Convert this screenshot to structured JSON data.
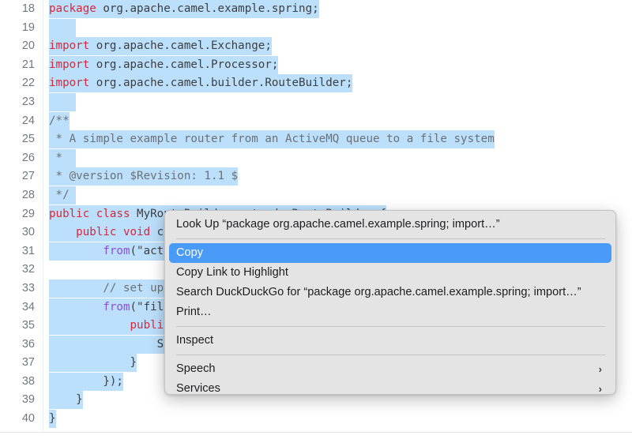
{
  "editor": {
    "first_line": 18,
    "gutter_width": 54,
    "selection_color": "#bcdffb",
    "keyword_color": "#d6283c",
    "method_color": "#8b4ddb",
    "text_color": "#3c4043",
    "lines": [
      {
        "n": 18,
        "tokens": [
          {
            "t": "package ",
            "c": "kw",
            "s": true
          },
          {
            "t": "org.apache.camel.example.spring;",
            "c": "pln",
            "s": true
          }
        ]
      },
      {
        "n": 19,
        "tokens": [
          {
            "t": "    ",
            "c": "pln",
            "s": true
          }
        ]
      },
      {
        "n": 20,
        "tokens": [
          {
            "t": "import ",
            "c": "kw",
            "s": true
          },
          {
            "t": "org.apache.camel.Exchange;",
            "c": "pln",
            "s": true
          }
        ]
      },
      {
        "n": 21,
        "tokens": [
          {
            "t": "import ",
            "c": "kw",
            "s": true
          },
          {
            "t": "org.apache.camel.Processor;",
            "c": "pln",
            "s": true
          }
        ]
      },
      {
        "n": 22,
        "tokens": [
          {
            "t": "import ",
            "c": "kw",
            "s": true
          },
          {
            "t": "org.apache.camel.builder.RouteBuilder;",
            "c": "pln",
            "s": true
          }
        ]
      },
      {
        "n": 23,
        "tokens": [
          {
            "t": "    ",
            "c": "pln",
            "s": true
          }
        ]
      },
      {
        "n": 24,
        "tokens": [
          {
            "t": "/**",
            "c": "cmt",
            "s": true
          }
        ]
      },
      {
        "n": 25,
        "tokens": [
          {
            "t": " * A simple example router from an ActiveMQ queue to a file system",
            "c": "cmt",
            "s": true
          }
        ]
      },
      {
        "n": 26,
        "tokens": [
          {
            "t": " *  ",
            "c": "cmt",
            "s": true
          }
        ]
      },
      {
        "n": 27,
        "tokens": [
          {
            "t": " * @version $Revision: 1.1 $",
            "c": "cmt",
            "s": true
          }
        ]
      },
      {
        "n": 28,
        "tokens": [
          {
            "t": " */ ",
            "c": "cmt",
            "s": true
          }
        ]
      },
      {
        "n": 29,
        "tokens": [
          {
            "t": "public class ",
            "c": "kw",
            "s": true
          },
          {
            "t": "MyRouteBuilder extends RouteBuilder {",
            "c": "pln",
            "s": true
          }
        ]
      },
      {
        "n": 30,
        "tokens": [
          {
            "t": "    ",
            "c": "pln",
            "s": true
          },
          {
            "t": "public void ",
            "c": "kw",
            "s": true
          },
          {
            "t": "configure() {",
            "c": "pln",
            "s": true
          }
        ]
      },
      {
        "n": 31,
        "tokens": [
          {
            "t": "        ",
            "c": "pln",
            "s": true
          },
          {
            "t": "from",
            "c": "fn",
            "s": true
          },
          {
            "t": "(\"activemq:example.A\").to(\"file:target/test\");",
            "c": "pln",
            "s": true
          }
        ]
      },
      {
        "n": 32,
        "tokens": [
          {
            "t": "",
            "c": "pln",
            "s": false
          }
        ]
      },
      {
        "n": 33,
        "tokens": [
          {
            "t": "        ",
            "c": "pln",
            "s": true
          },
          {
            "t": "// set up a listener on the file component",
            "c": "cmt",
            "s": true
          }
        ]
      },
      {
        "n": 34,
        "tokens": [
          {
            "t": "        ",
            "c": "pln",
            "s": true
          },
          {
            "t": "from",
            "c": "fn",
            "s": true
          },
          {
            "t": "(\"file:target/test\").process(new Processor() {",
            "c": "pln",
            "s": true
          }
        ]
      },
      {
        "n": 35,
        "tokens": [
          {
            "t": "            ",
            "c": "pln",
            "s": true
          },
          {
            "t": "public void ",
            "c": "kw",
            "s": true
          },
          {
            "t": "process(Exchange e) {",
            "c": "pln",
            "s": true
          }
        ]
      },
      {
        "n": 36,
        "tokens": [
          {
            "t": "                System.out.println(\"Received exchange: \" + e.getIn());",
            "c": "pln",
            "s": true
          }
        ]
      },
      {
        "n": 37,
        "tokens": [
          {
            "t": "            }",
            "c": "pln",
            "s": true
          }
        ]
      },
      {
        "n": 38,
        "tokens": [
          {
            "t": "        });",
            "c": "pln",
            "s": true
          }
        ]
      },
      {
        "n": 39,
        "tokens": [
          {
            "t": "    }",
            "c": "pln",
            "s": true
          }
        ]
      },
      {
        "n": 40,
        "tokens": [
          {
            "t": "}",
            "c": "pln",
            "s": true
          }
        ]
      }
    ]
  },
  "context_menu": {
    "highlight_color": "#4a9bf7",
    "background_color": "#e4e4e4",
    "items": [
      {
        "label": "Look Up “package org.apache.camel.example.spring;  import…”",
        "selected": false,
        "submenu": false
      },
      {
        "separator": true
      },
      {
        "label": "Copy",
        "selected": true,
        "submenu": false
      },
      {
        "label": "Copy Link to Highlight",
        "selected": false,
        "submenu": false
      },
      {
        "label": "Search DuckDuckGo for “package org.apache.camel.example.spring;  import…”",
        "selected": false,
        "submenu": false
      },
      {
        "label": "Print…",
        "selected": false,
        "submenu": false
      },
      {
        "separator": true
      },
      {
        "label": "Inspect",
        "selected": false,
        "submenu": false
      },
      {
        "separator": true
      },
      {
        "label": "Speech",
        "selected": false,
        "submenu": true,
        "arrow": "›"
      },
      {
        "label": "Services",
        "selected": false,
        "submenu": true,
        "arrow": "›"
      }
    ]
  }
}
